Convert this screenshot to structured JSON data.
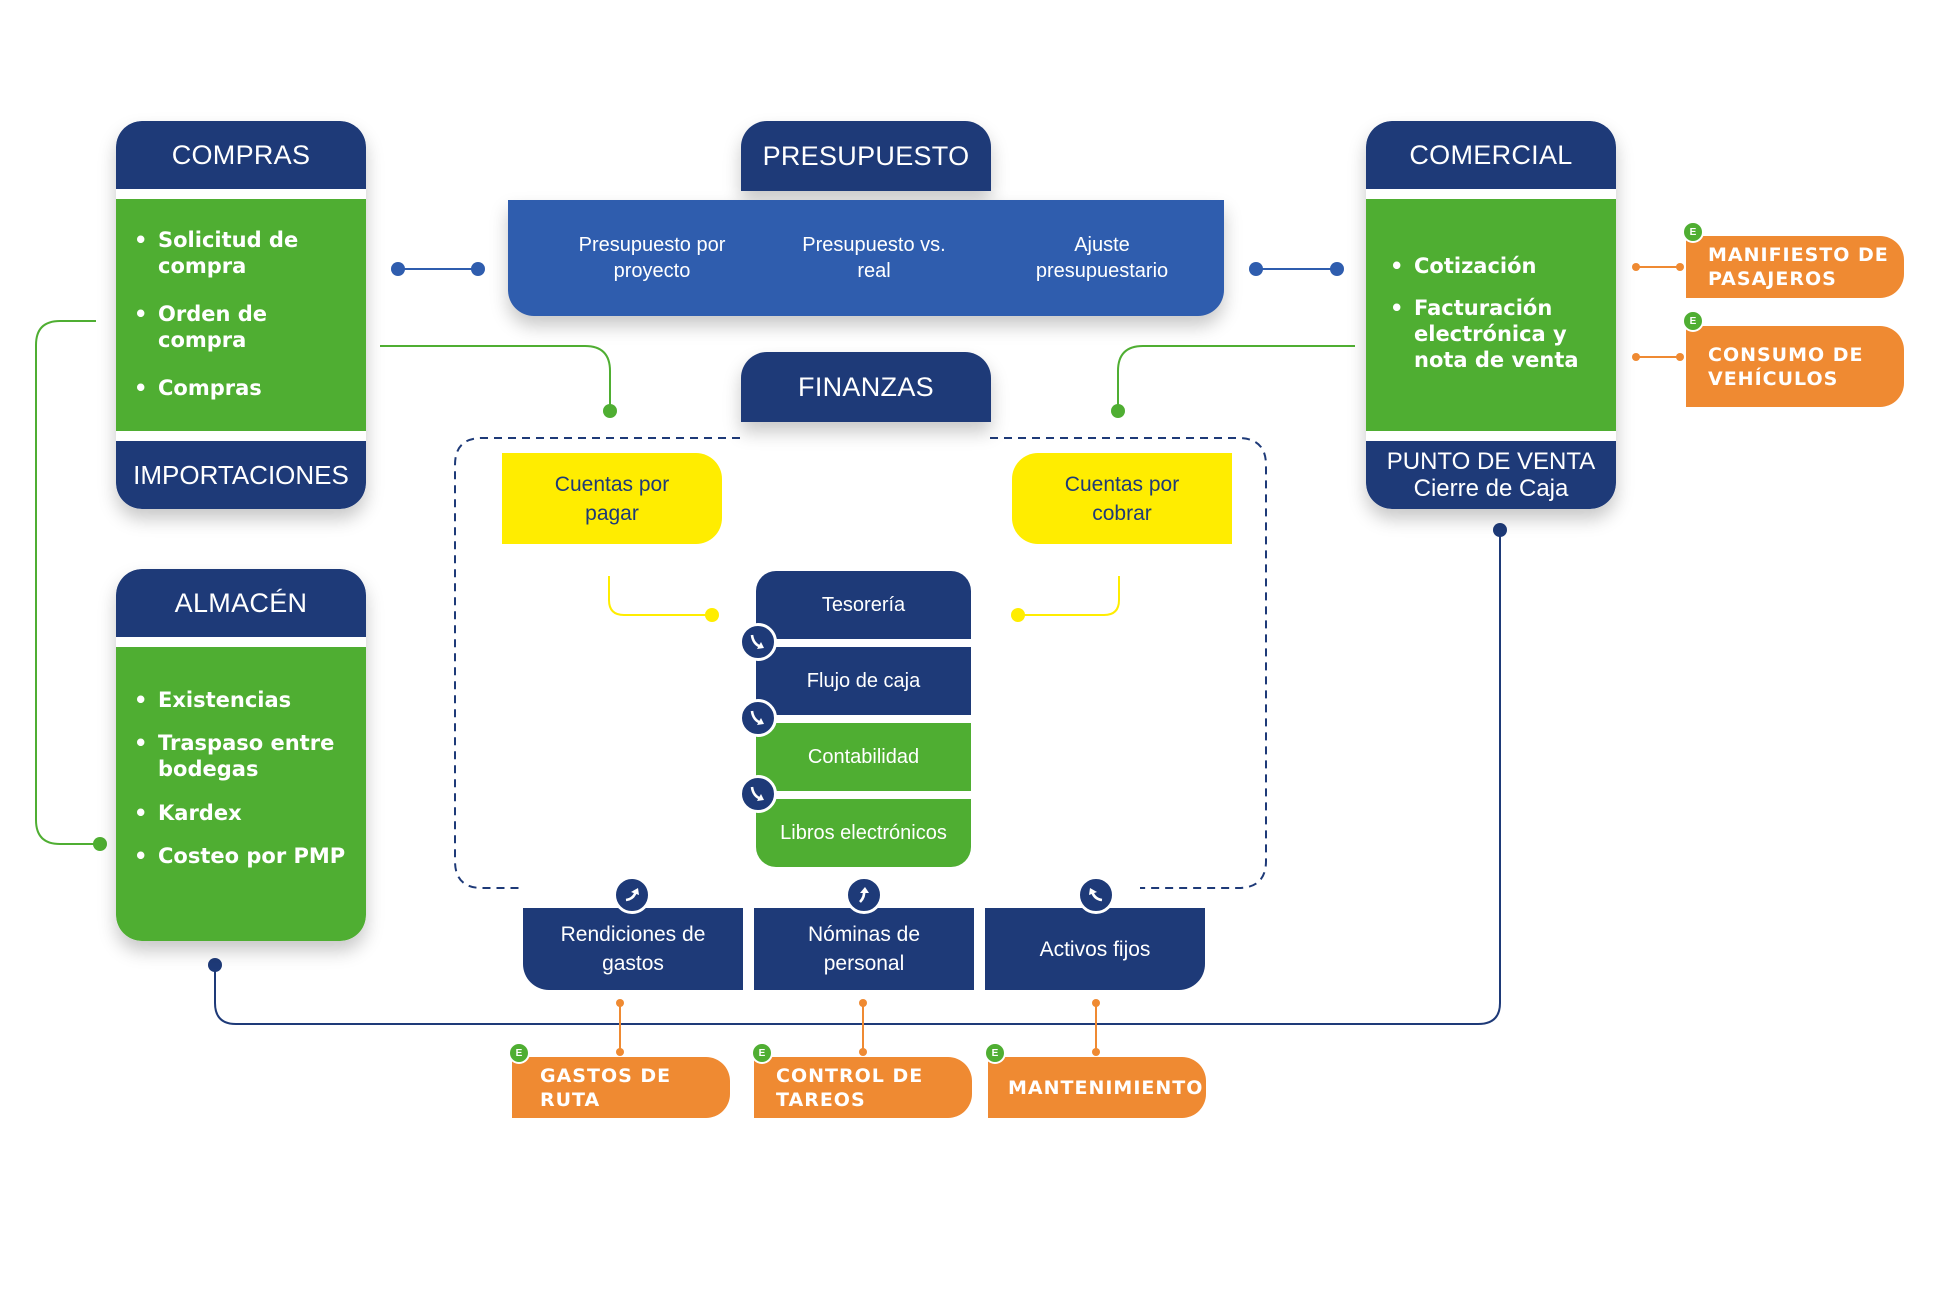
{
  "colors": {
    "navy": "#1e3a78",
    "green": "#4fae32",
    "blue": "#2f5dae",
    "yellow": "#ffed00",
    "orange": "#ef8a32"
  },
  "compras": {
    "title": "COMPRAS",
    "items": [
      "Solicitud de compra",
      "Orden de compra",
      "Compras"
    ],
    "footer": "IMPORTACIONES"
  },
  "almacen": {
    "title": "ALMACÉN",
    "items": [
      "Existencias",
      "Traspaso entre bodegas",
      "Kardex",
      "Costeo por PMP"
    ]
  },
  "presupuesto": {
    "title": "PRESUPUESTO",
    "items": [
      "Presupuesto por proyecto",
      "Presupuesto vs. real",
      "Ajuste presupuestario"
    ]
  },
  "comercial": {
    "title": "COMERCIAL",
    "items": [
      "Cotización",
      "Facturación electrónica y nota de venta"
    ],
    "footer_line1": "PUNTO DE VENTA",
    "footer_line2": "Cierre de Caja"
  },
  "finanzas": {
    "title": "FINANZAS",
    "cuentas_pagar": "Cuentas por pagar",
    "cuentas_cobrar": "Cuentas por cobrar",
    "stack": [
      "Tesorería",
      "Flujo de caja",
      "Contabilidad",
      "Libros electrónicos"
    ],
    "bottom": [
      "Rendiciones de gastos",
      "Nóminas de personal",
      "Activos fijos"
    ]
  },
  "externos": {
    "badge": "E",
    "manifiesto": "MANIFIESTO DE PASAJEROS",
    "consumo": "CONSUMO DE VEHÍCULOS",
    "gastos": "GASTOS DE RUTA",
    "tareos": "CONTROL DE TAREOS",
    "mantenimiento": "MANTENIMIENTO"
  }
}
